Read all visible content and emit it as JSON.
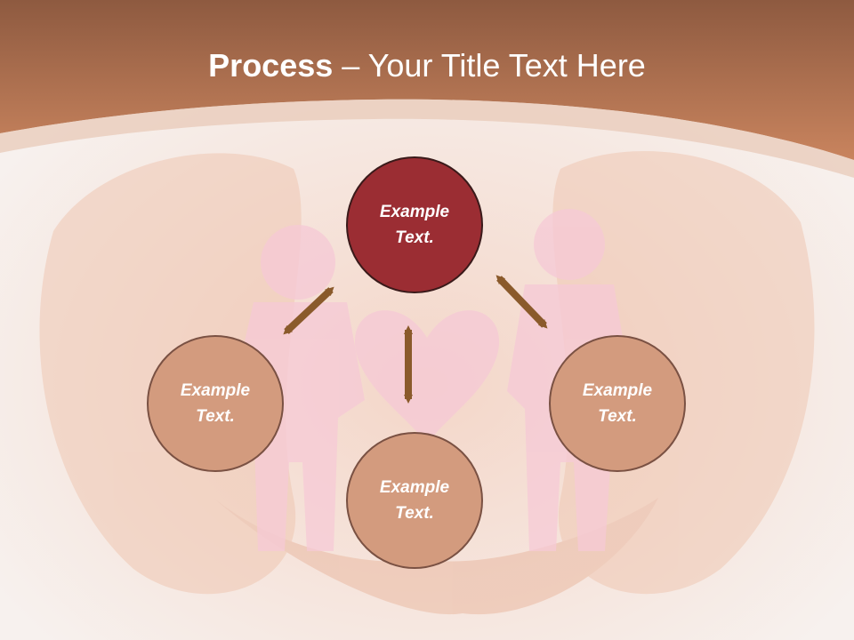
{
  "slide": {
    "title_bold": "Process",
    "title_separator": " – ",
    "title_rest": "Your Title Text Here",
    "background_image": "cupped-hands-paper-family-heart",
    "header_color": "#b87452",
    "accent_arrow_color": "#8a5a2b"
  },
  "nodes": {
    "top": {
      "line1": "Example",
      "line2": "Text.",
      "color": "#9b2d33"
    },
    "left": {
      "line1": "Example",
      "line2": "Text.",
      "color": "#d39b7e"
    },
    "right": {
      "line1": "Example",
      "line2": "Text.",
      "color": "#d39b7e"
    },
    "bottom": {
      "line1": "Example",
      "line2": "Text.",
      "color": "#d39b7e"
    }
  }
}
